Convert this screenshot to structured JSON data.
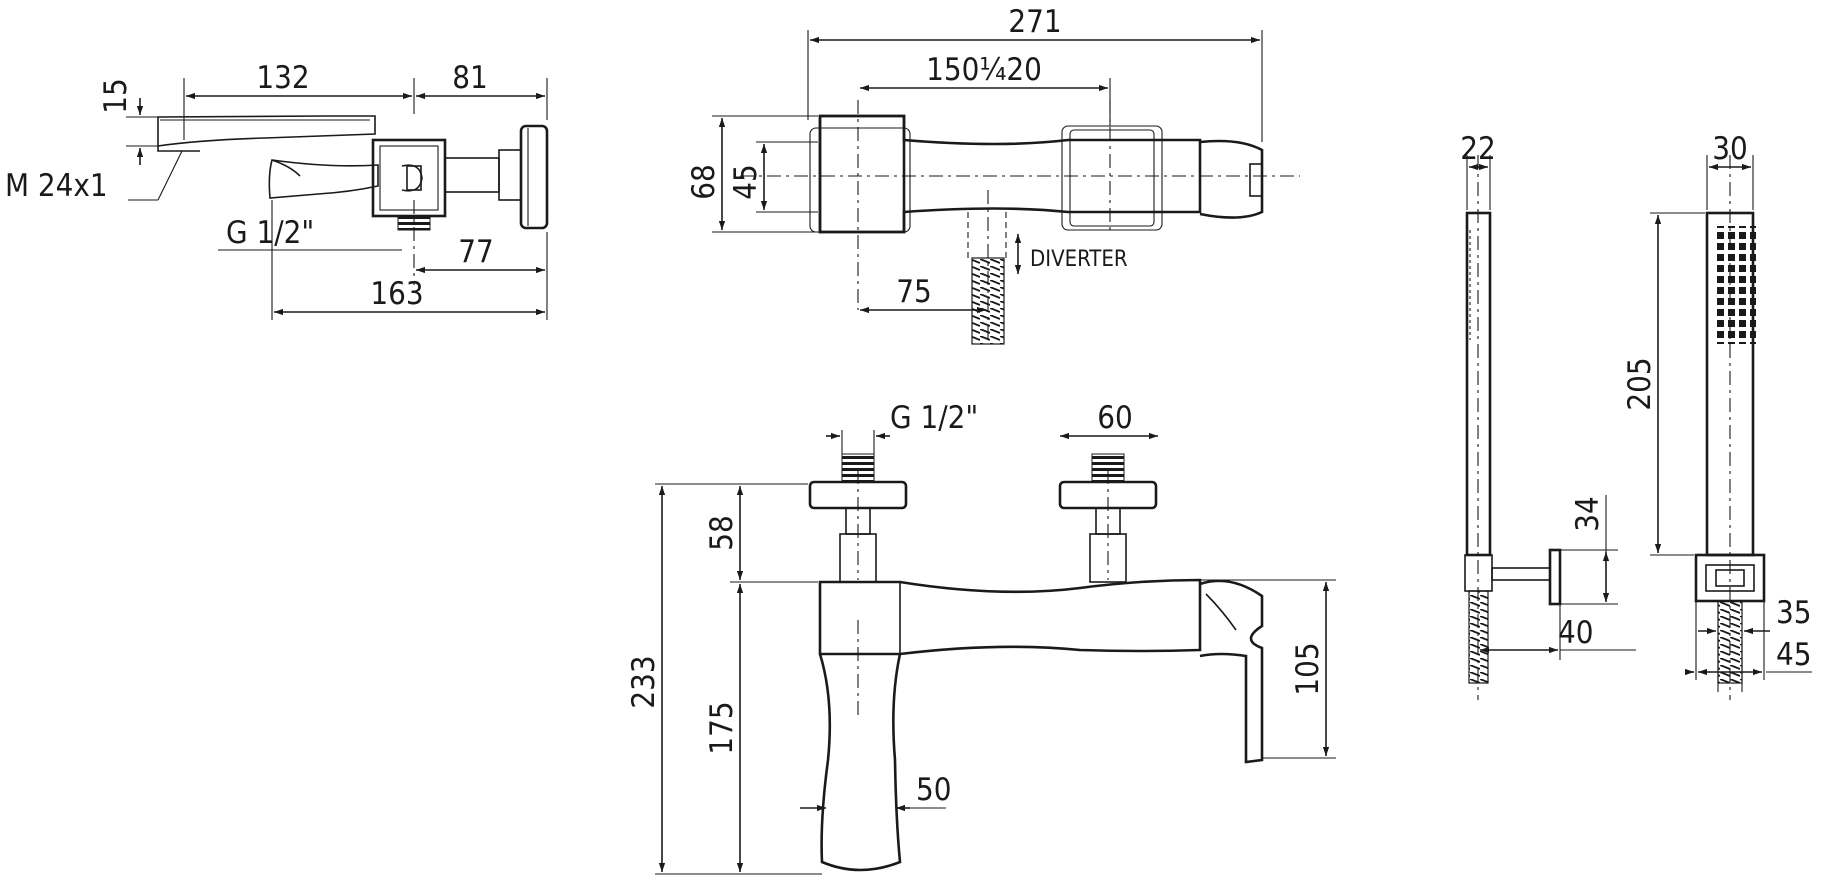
{
  "dimensions": {
    "side_view": {
      "spout_height": "15",
      "spout_length": "132",
      "body_depth": "81",
      "thread": "M 24x1",
      "inlet": "G 1/2\"",
      "inlet_offset": "77",
      "total_depth": "163"
    },
    "top_view": {
      "total_width": "271",
      "centres": "150¼20",
      "depth_outer": "68",
      "depth_inner": "45",
      "diverter_offset": "75",
      "diverter_label": "DIVERTER"
    },
    "front_view": {
      "inlet": "G 1/2\"",
      "inlet_width": "60",
      "eccentric_height": "58",
      "total_height": "233",
      "body_height": "175",
      "lever_height": "105",
      "spout_width": "50"
    },
    "shower_side": {
      "width": "22",
      "bracket_height": "34",
      "bracket_projection": "40"
    },
    "shower_front": {
      "width": "30",
      "length": "205",
      "bracket_width": "35",
      "bracket_total": "45"
    }
  }
}
